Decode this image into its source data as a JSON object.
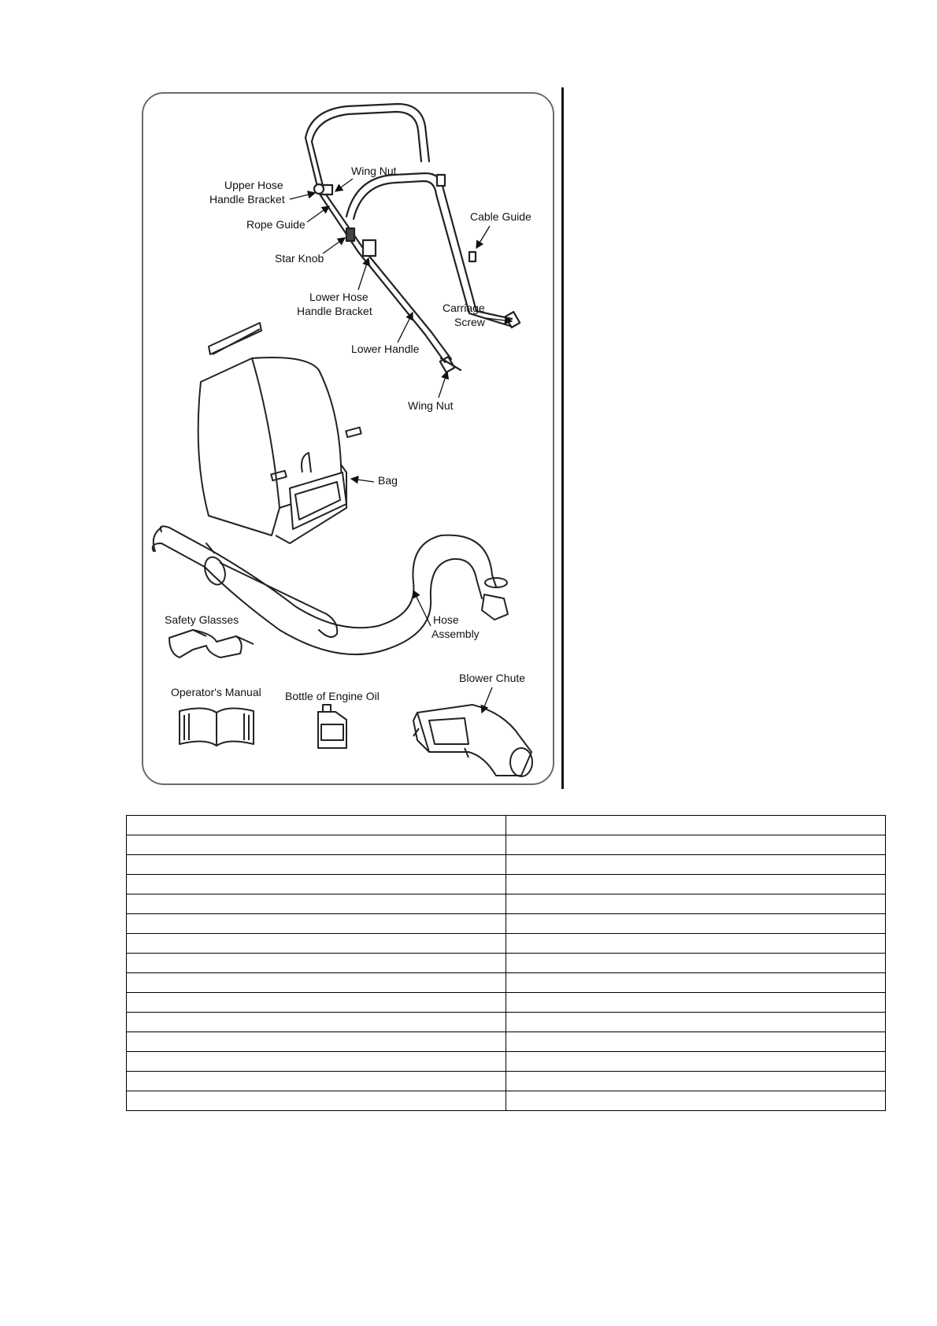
{
  "figure": {
    "labels": {
      "upper_hose_handle_bracket": [
        "Upper Hose",
        "Handle Bracket"
      ],
      "wing_nut_top": "Wing Nut",
      "rope_guide": "Rope Guide",
      "cable_guide": "Cable Guide",
      "star_knob": "Star Knob",
      "lower_hose_handle_bracket": [
        "Lower Hose",
        "Handle Bracket"
      ],
      "carriage_screw": [
        "Carriage",
        "Screw"
      ],
      "lower_handle": "Lower Handle",
      "wing_nut_bottom": "Wing Nut",
      "bag": "Bag",
      "safety_glasses": "Safety Glasses",
      "hose_assembly": [
        "Hose",
        "Assembly"
      ],
      "blower_chute": "Blower Chute",
      "operators_manual": "Operator's Manual",
      "bottle_of_engine_oil": "Bottle of Engine Oil"
    }
  },
  "table": {
    "rows": [
      [
        "",
        ""
      ],
      [
        "",
        ""
      ],
      [
        "",
        ""
      ],
      [
        "",
        ""
      ],
      [
        "",
        ""
      ],
      [
        "",
        ""
      ],
      [
        "",
        ""
      ],
      [
        "",
        ""
      ],
      [
        "",
        ""
      ],
      [
        "",
        ""
      ],
      [
        "",
        ""
      ],
      [
        "",
        ""
      ],
      [
        "",
        ""
      ],
      [
        "",
        ""
      ],
      [
        "",
        ""
      ]
    ]
  }
}
